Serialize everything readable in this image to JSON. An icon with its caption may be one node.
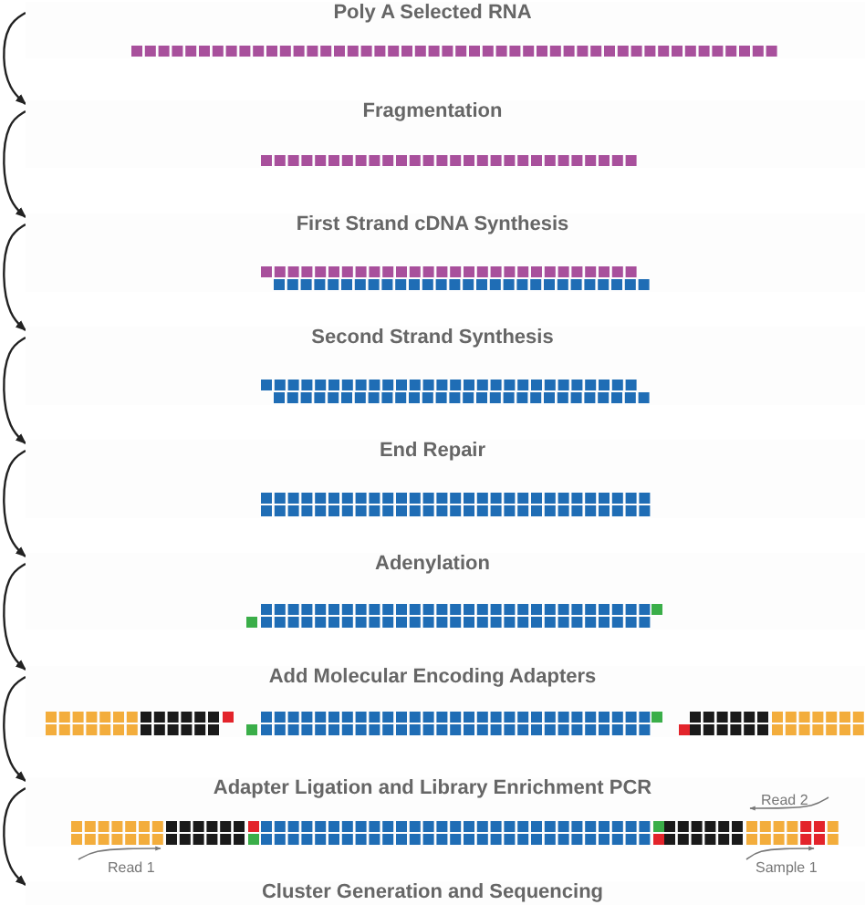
{
  "diagram": {
    "nodes": [
      {
        "text": [
          "Poly A Selected RNA"
        ]
      },
      {
        "text": [
          "Fragmentation"
        ]
      },
      {
        "text": [
          "First Strand cDNA Synthesis"
        ]
      },
      {
        "text": [
          "Second Strand Synthesis"
        ]
      },
      {
        "text": [
          "End Repair"
        ]
      },
      {
        "text": [
          "Adenylation"
        ]
      },
      {
        "text": [
          "Add Molecular Encoding Adapters"
        ]
      },
      {
        "text": [
          "Adapter Ligation and Library Enrichment PCR"
        ]
      },
      {
        "text": [
          "Cluster Generation and Sequencing"
        ]
      }
    ],
    "edges": [
      {
        "from": 0,
        "to": 1,
        "arrow": "to"
      },
      {
        "from": 1,
        "to": 2,
        "arrow": "to"
      },
      {
        "from": 2,
        "to": 3,
        "arrow": "to"
      },
      {
        "from": 3,
        "to": 4,
        "arrow": "to"
      },
      {
        "from": 4,
        "to": 5,
        "arrow": "to"
      },
      {
        "from": 5,
        "to": 6,
        "arrow": "to"
      },
      {
        "from": 6,
        "to": 7,
        "arrow": "to"
      },
      {
        "from": 7,
        "to": 8,
        "arrow": "to"
      }
    ],
    "labels": [
      "Read 2",
      "Read 1",
      "Sample 1"
    ]
  }
}
